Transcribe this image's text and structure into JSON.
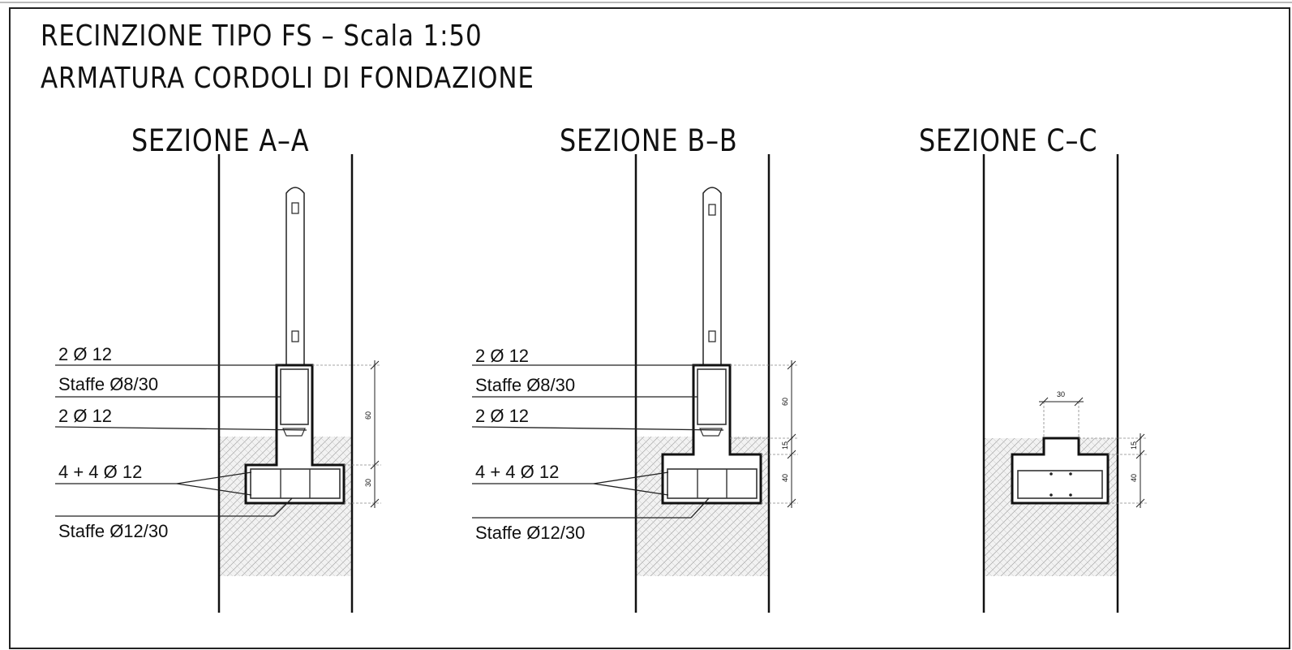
{
  "title_line1": "RECINZIONE TIPO FS – Scala 1:50",
  "title_line2": "ARMATURA CORDOLI DI FONDAZIONE",
  "sections": [
    {
      "title": "SEZIONE A–A",
      "labels": {
        "top_bars": "2 Ø 12",
        "stirrups_upper": "Staffe Ø8/30",
        "mid_bars": "2 Ø 12",
        "bottom_bars": "4 + 4 Ø 12",
        "stirrups_lower": "Staffe Ø12/30"
      },
      "dims": [
        "60",
        "30"
      ]
    },
    {
      "title": "SEZIONE B–B",
      "labels": {
        "top_bars": "2 Ø 12",
        "stirrups_upper": "Staffe Ø8/30",
        "mid_bars": "2 Ø 12",
        "bottom_bars": "4 + 4 Ø 12",
        "stirrups_lower": "Staffe Ø12/30"
      },
      "dims": [
        "60",
        "15",
        "40"
      ]
    },
    {
      "title": "SEZIONE C–C",
      "dims": [
        "30",
        "15",
        "40"
      ]
    }
  ]
}
